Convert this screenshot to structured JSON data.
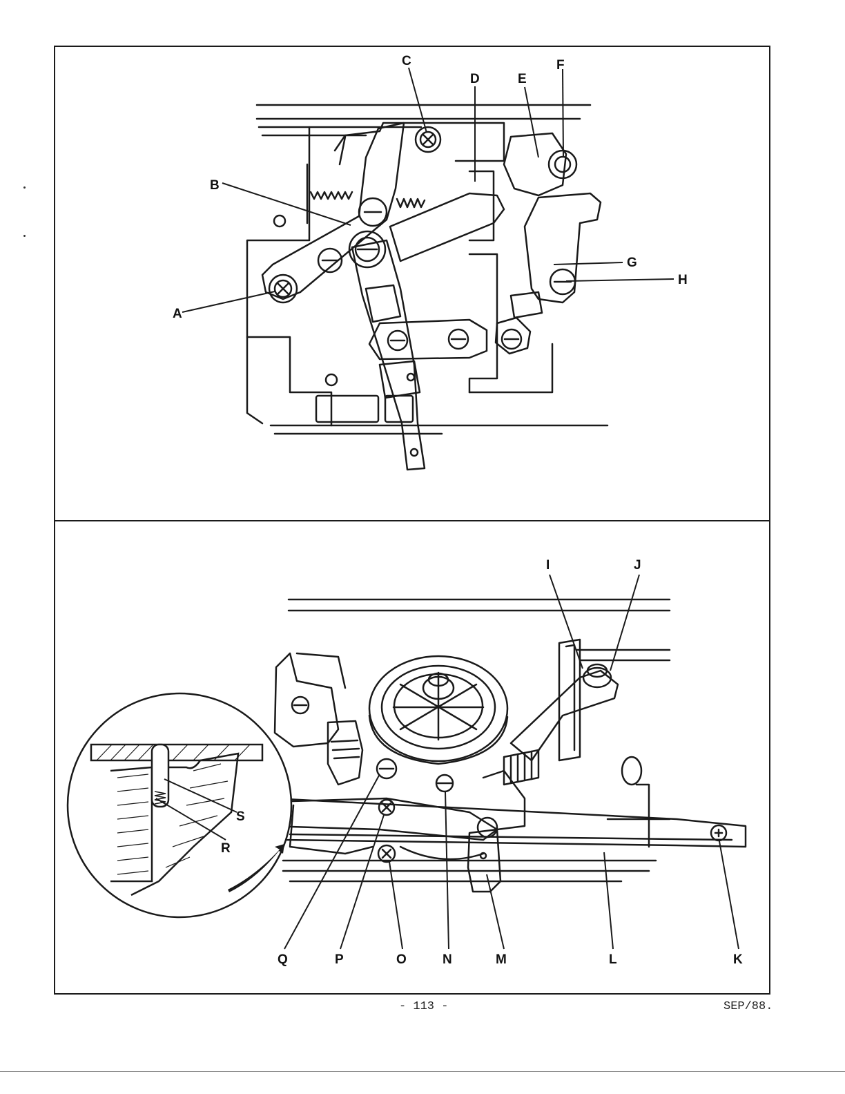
{
  "top_figure": {
    "callouts": [
      "A",
      "B",
      "C",
      "D",
      "E",
      "F",
      "G",
      "H"
    ]
  },
  "bottom_figure": {
    "callouts": [
      "I",
      "J",
      "K",
      "L",
      "M",
      "N",
      "O",
      "P",
      "Q"
    ],
    "inset_callouts": [
      "R",
      "S"
    ]
  },
  "footer": {
    "page_number": "- 113 -",
    "revision": "SEP/88."
  }
}
